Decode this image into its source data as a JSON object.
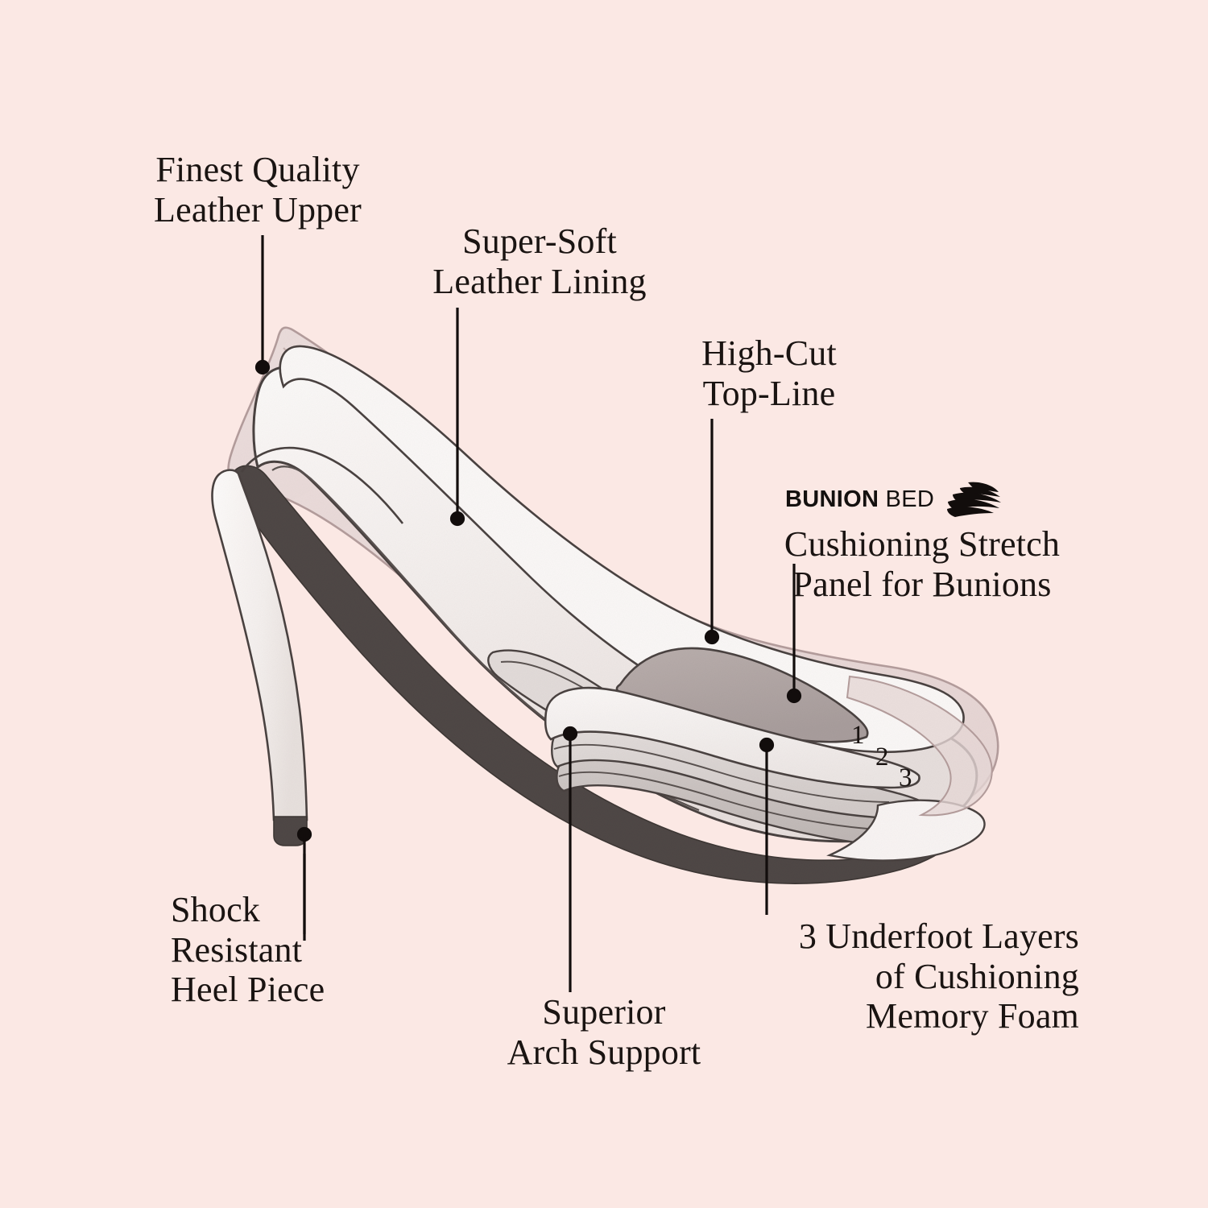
{
  "background_color": "#fbe8e4",
  "ink_color": "#1a1412",
  "brand": {
    "name_bold": "BUNION",
    "name_light": "BED",
    "mark_icon": "striped-cushion-icon"
  },
  "callouts": [
    {
      "id": "leather-upper",
      "text": "Finest Quality\nLeather Upper",
      "align": "center"
    },
    {
      "id": "leather-lining",
      "text": "Super-Soft\nLeather Lining",
      "align": "center"
    },
    {
      "id": "top-line",
      "text": "High-Cut\nTop-Line",
      "align": "center"
    },
    {
      "id": "bunion-panel",
      "text": "Cushioning Stretch\nPanel for Bunions",
      "align": "center"
    },
    {
      "id": "heel-piece",
      "text": "Shock\nResistant\nHeel Piece",
      "align": "left"
    },
    {
      "id": "arch-support",
      "text": "Superior\nArch Support",
      "align": "center"
    },
    {
      "id": "memory-foam",
      "text": "3 Underfoot Layers\nof Cushioning\nMemory Foam",
      "align": "right"
    }
  ],
  "foam_layer_numbers": [
    "1",
    "2",
    "3"
  ],
  "diagram": {
    "subject": "womens-high-heel-pump-cutaway",
    "colors": {
      "upper_translucent": "#e8d9d8",
      "upper_outline": "#b9a3a2",
      "lining_fill": "#f6f2f0",
      "sole_dark": "#4f4745",
      "bunion_panel": "#b5aaa9",
      "foam_layer_1": "#f4f0ee",
      "foam_layer_2": "#ddd7d5",
      "foam_layer_3": "#c8c1bf",
      "outline": "#4a4240"
    }
  }
}
